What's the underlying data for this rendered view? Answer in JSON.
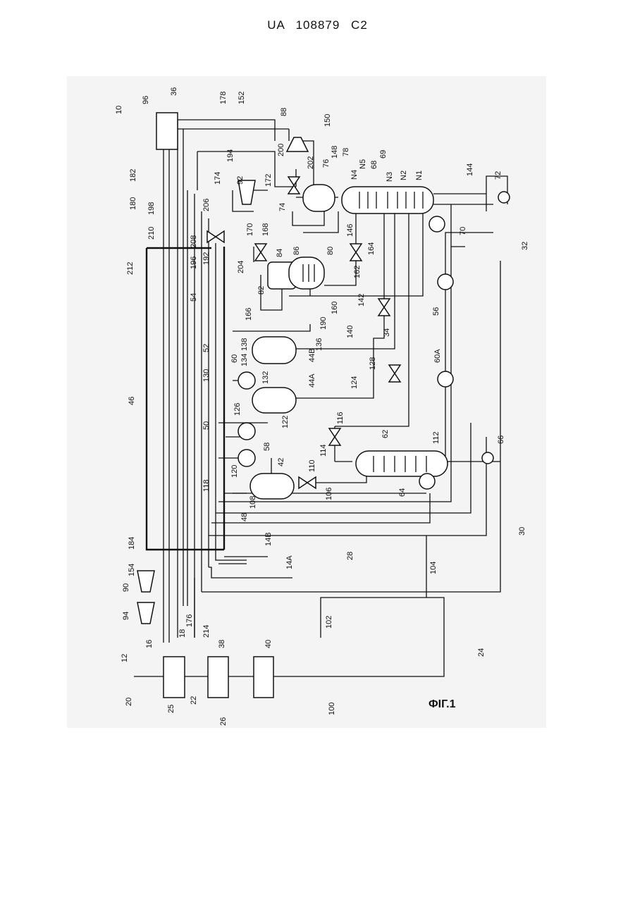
{
  "header": {
    "text": "UA   108879   C2"
  },
  "figure": {
    "caption": "ФІГ.1"
  },
  "labels": [
    {
      "id": "10",
      "text": "10"
    },
    {
      "id": "96",
      "text": "96"
    },
    {
      "id": "36",
      "text": "36"
    },
    {
      "id": "178",
      "text": "178"
    },
    {
      "id": "152",
      "text": "152"
    },
    {
      "id": "88",
      "text": "88"
    },
    {
      "id": "150",
      "text": "150"
    },
    {
      "id": "148",
      "text": "148"
    },
    {
      "id": "200",
      "text": "200"
    },
    {
      "id": "202",
      "text": "202"
    },
    {
      "id": "76",
      "text": "76"
    },
    {
      "id": "78",
      "text": "78"
    },
    {
      "id": "N4",
      "text": "N4"
    },
    {
      "id": "N5",
      "text": "N5"
    },
    {
      "id": "68",
      "text": "68"
    },
    {
      "id": "69",
      "text": "69"
    },
    {
      "id": "N3",
      "text": "N3"
    },
    {
      "id": "N2",
      "text": "N2"
    },
    {
      "id": "N1",
      "text": "N1"
    },
    {
      "id": "144",
      "text": "144"
    },
    {
      "id": "72",
      "text": "72"
    },
    {
      "id": "194",
      "text": "194"
    },
    {
      "id": "174",
      "text": "174"
    },
    {
      "id": "92",
      "text": "92"
    },
    {
      "id": "172",
      "text": "172"
    },
    {
      "id": "182",
      "text": "182"
    },
    {
      "id": "180",
      "text": "180"
    },
    {
      "id": "198",
      "text": "198"
    },
    {
      "id": "206",
      "text": "206"
    },
    {
      "id": "74",
      "text": "74"
    },
    {
      "id": "210",
      "text": "210"
    },
    {
      "id": "170",
      "text": "170"
    },
    {
      "id": "146",
      "text": "146"
    },
    {
      "id": "70",
      "text": "70"
    },
    {
      "id": "208",
      "text": "208"
    },
    {
      "id": "168",
      "text": "168"
    },
    {
      "id": "212",
      "text": "212"
    },
    {
      "id": "204",
      "text": "204"
    },
    {
      "id": "84",
      "text": "84"
    },
    {
      "id": "86",
      "text": "86"
    },
    {
      "id": "80",
      "text": "80"
    },
    {
      "id": "164",
      "text": "164"
    },
    {
      "id": "32",
      "text": "32"
    },
    {
      "id": "196",
      "text": "196"
    },
    {
      "id": "192",
      "text": "192"
    },
    {
      "id": "82",
      "text": "82"
    },
    {
      "id": "162",
      "text": "162"
    },
    {
      "id": "166",
      "text": "166"
    },
    {
      "id": "142",
      "text": "142"
    },
    {
      "id": "54",
      "text": "54"
    },
    {
      "id": "160",
      "text": "160"
    },
    {
      "id": "190",
      "text": "190"
    },
    {
      "id": "56",
      "text": "56"
    },
    {
      "id": "34",
      "text": "34"
    },
    {
      "id": "52",
      "text": "52"
    },
    {
      "id": "138",
      "text": "138"
    },
    {
      "id": "136",
      "text": "136"
    },
    {
      "id": "140",
      "text": "140"
    },
    {
      "id": "134",
      "text": "134"
    },
    {
      "id": "44B",
      "text": "44B"
    },
    {
      "id": "60",
      "text": "60"
    },
    {
      "id": "128",
      "text": "128"
    },
    {
      "id": "130",
      "text": "130"
    },
    {
      "id": "132",
      "text": "132"
    },
    {
      "id": "60A",
      "text": "60A"
    },
    {
      "id": "124",
      "text": "124"
    },
    {
      "id": "46",
      "text": "46"
    },
    {
      "id": "126",
      "text": "126"
    },
    {
      "id": "44A",
      "text": "44A"
    },
    {
      "id": "122",
      "text": "122"
    },
    {
      "id": "50",
      "text": "50"
    },
    {
      "id": "116",
      "text": "116"
    },
    {
      "id": "58",
      "text": "58"
    },
    {
      "id": "62",
      "text": "62"
    },
    {
      "id": "112",
      "text": "112"
    },
    {
      "id": "114",
      "text": "114"
    },
    {
      "id": "66",
      "text": "66"
    },
    {
      "id": "110",
      "text": "110"
    },
    {
      "id": "42",
      "text": "42"
    },
    {
      "id": "120",
      "text": "120"
    },
    {
      "id": "118",
      "text": "118"
    },
    {
      "id": "108",
      "text": "108"
    },
    {
      "id": "106",
      "text": "106"
    },
    {
      "id": "64",
      "text": "64"
    },
    {
      "id": "48",
      "text": "48"
    },
    {
      "id": "30",
      "text": "30"
    },
    {
      "id": "184",
      "text": "184"
    },
    {
      "id": "14B",
      "text": "14B"
    },
    {
      "id": "28",
      "text": "28"
    },
    {
      "id": "154",
      "text": "154"
    },
    {
      "id": "14A",
      "text": "14A"
    },
    {
      "id": "104",
      "text": "104"
    },
    {
      "id": "90",
      "text": "90"
    },
    {
      "id": "94",
      "text": "94"
    },
    {
      "id": "176",
      "text": "176"
    },
    {
      "id": "102",
      "text": "102"
    },
    {
      "id": "16",
      "text": "16"
    },
    {
      "id": "18",
      "text": "18"
    },
    {
      "id": "214",
      "text": "214"
    },
    {
      "id": "24",
      "text": "24"
    },
    {
      "id": "38",
      "text": "38"
    },
    {
      "id": "40",
      "text": "40"
    },
    {
      "id": "12",
      "text": "12"
    },
    {
      "id": "20",
      "text": "20"
    },
    {
      "id": "22",
      "text": "22"
    },
    {
      "id": "25",
      "text": "25"
    },
    {
      "id": "26",
      "text": "26"
    },
    {
      "id": "100",
      "text": "100"
    }
  ]
}
